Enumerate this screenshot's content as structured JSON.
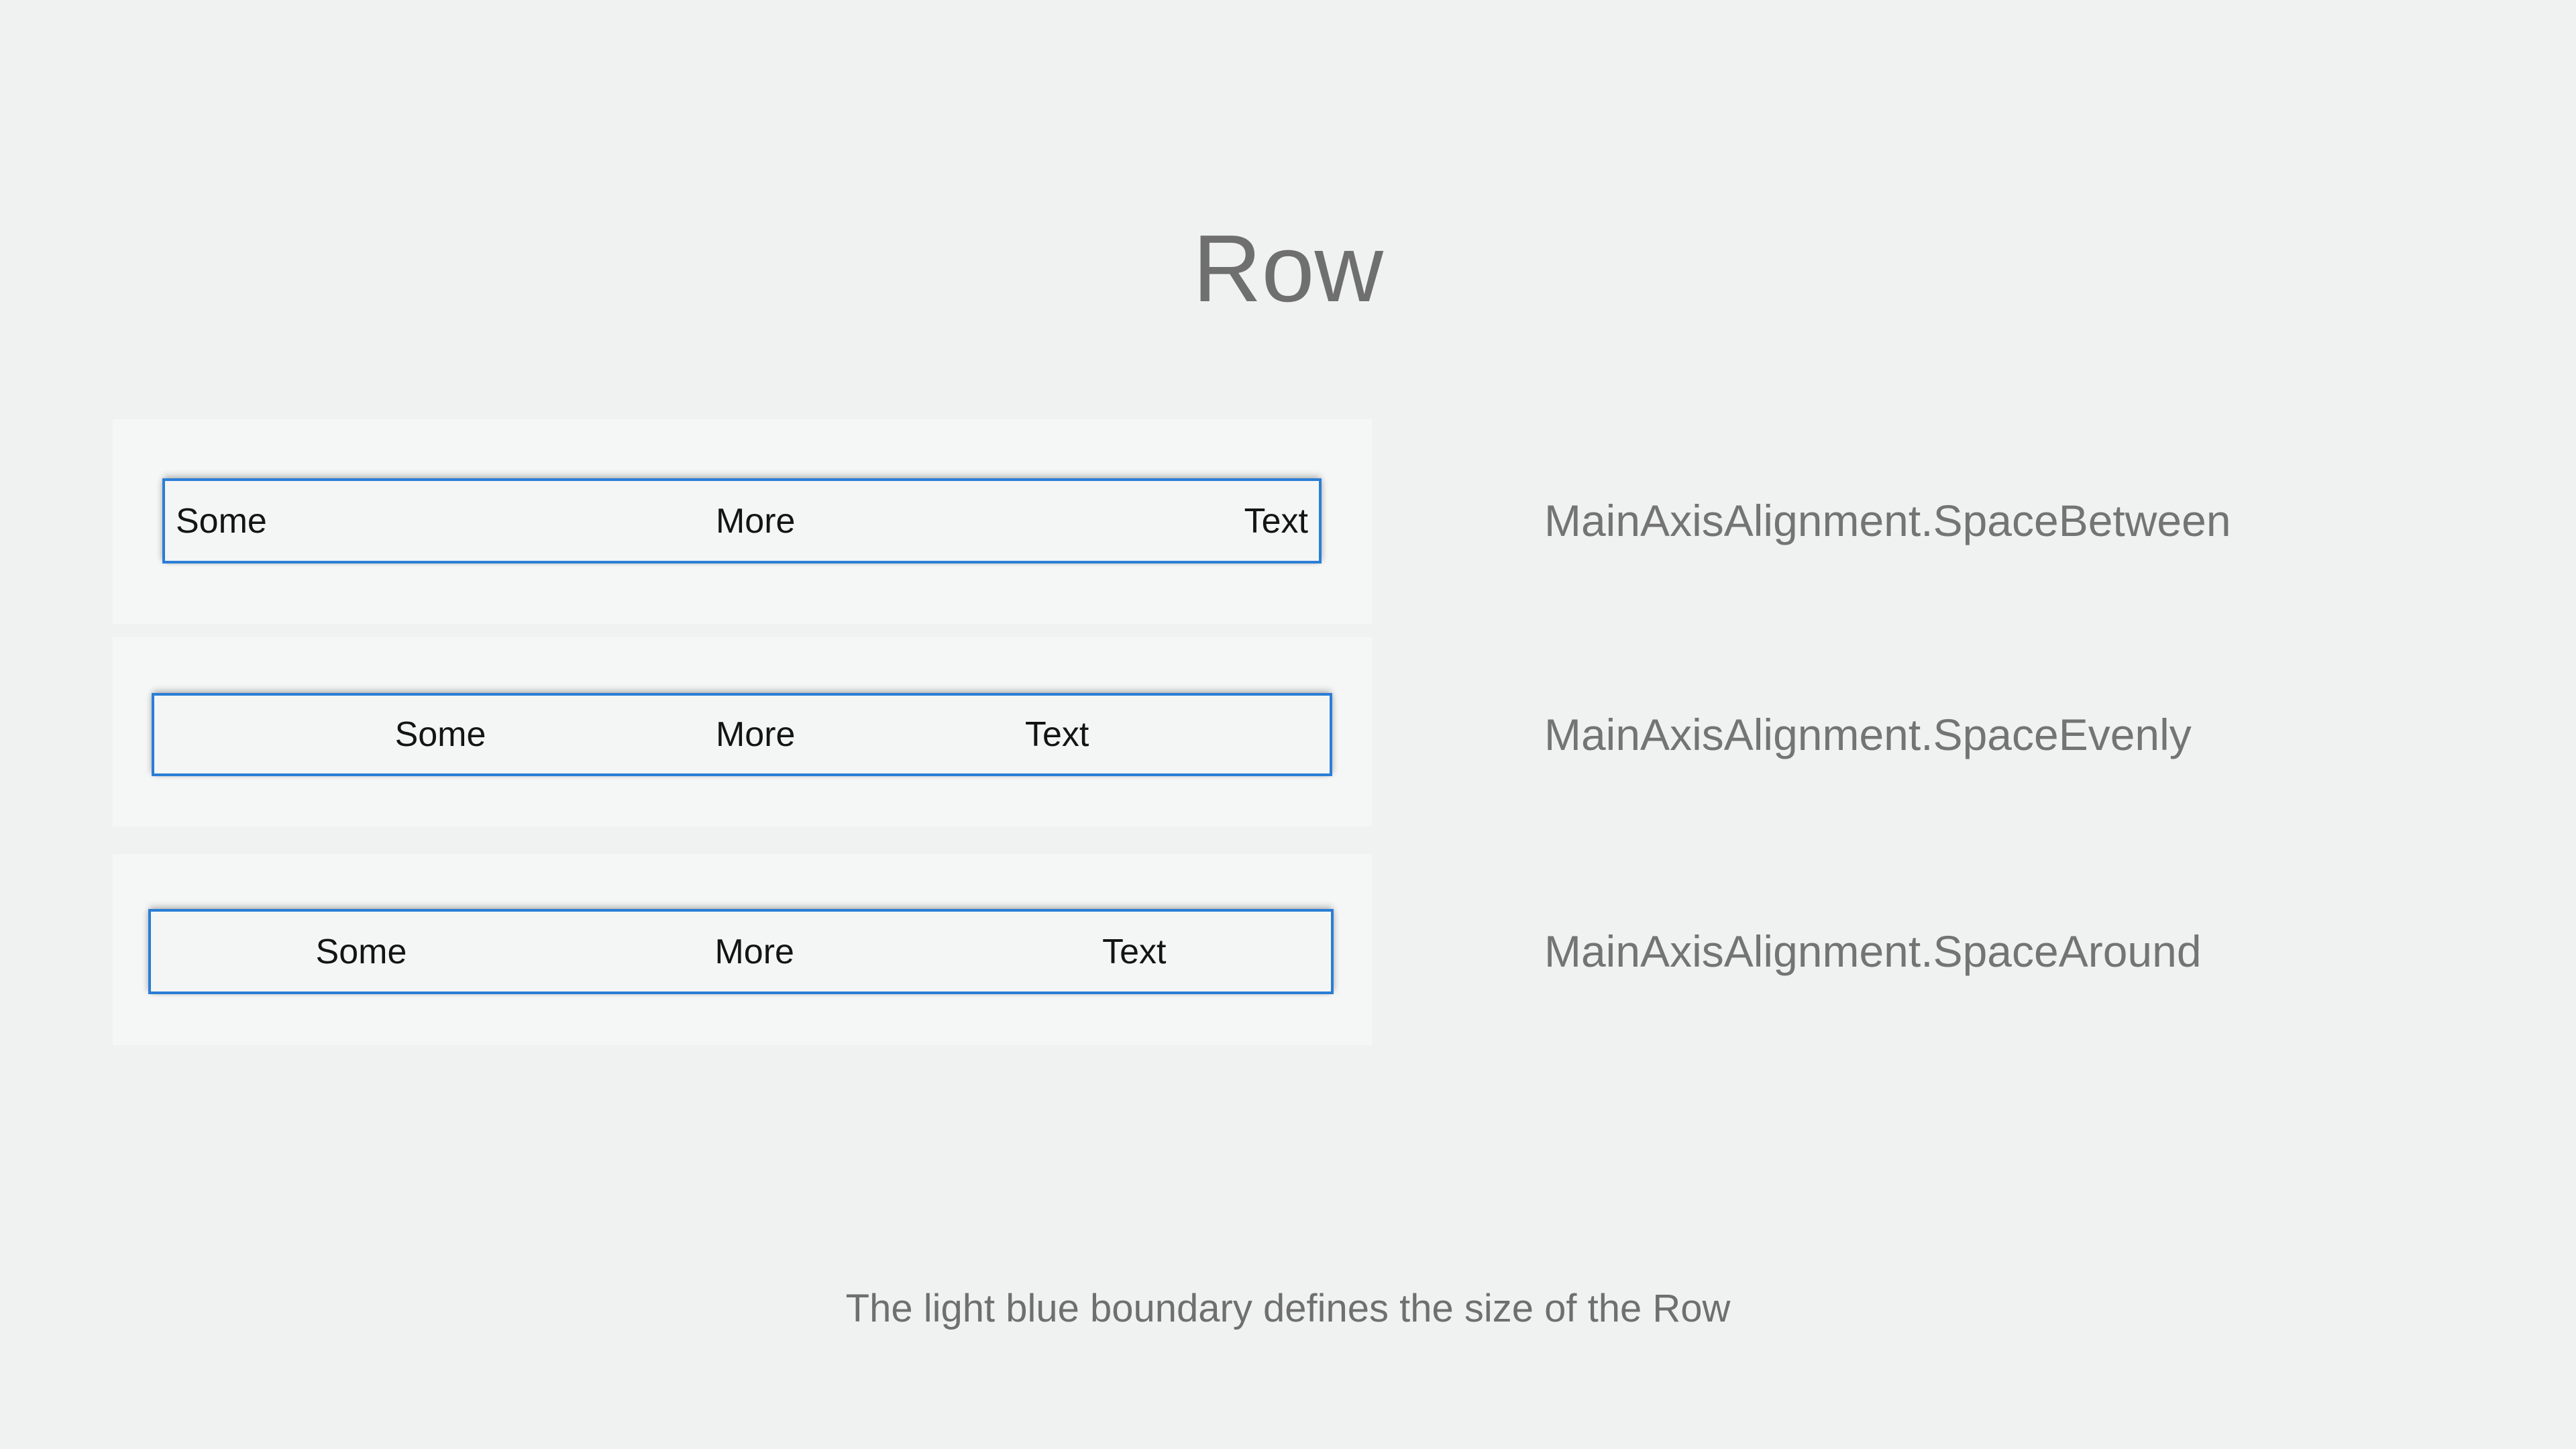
{
  "page": {
    "title": "Row",
    "caption": "The light blue boundary defines the size of the Row"
  },
  "rows": [
    {
      "label": "MainAxisAlignment.SpaceBetween",
      "alignment": "space-between",
      "items": [
        "Some",
        "More",
        "Text"
      ]
    },
    {
      "label": "MainAxisAlignment.SpaceEvenly",
      "alignment": "space-evenly",
      "items": [
        "Some",
        "More",
        "Text"
      ]
    },
    {
      "label": "MainAxisAlignment.SpaceAround",
      "alignment": "space-around",
      "items": [
        "Some",
        "More",
        "Text"
      ]
    }
  ],
  "colors": {
    "page_background": "#f0f1f1",
    "band_background": "#f5f6f6",
    "row_boundary_blue": "#2b7ed6",
    "row_box_background": "#f4f5f5",
    "row_text": "#141414",
    "annotation_gray": "#747474"
  }
}
